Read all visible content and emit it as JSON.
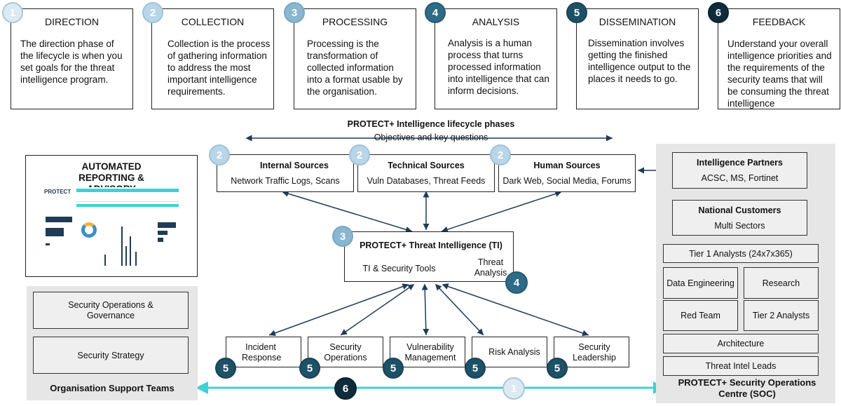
{
  "phases": [
    {
      "num": "1",
      "title": "DIRECTION",
      "text": "The direction phase of the lifecycle is when you set goals for the threat intelligence program."
    },
    {
      "num": "2",
      "title": "COLLECTION",
      "text": "Collection is the process of gathering information to address the most important intelligence requirements."
    },
    {
      "num": "3",
      "title": "PROCESSING",
      "text": "Processing is the transformation of collected information into a format usable by the organisation."
    },
    {
      "num": "4",
      "title": "ANALYSIS",
      "text": "Analysis is a human process that turns processed information into intelligence that can inform decisions."
    },
    {
      "num": "5",
      "title": "DISSEMINATION",
      "text": "Dissemination involves getting the finished intelligence output to the places it needs to go."
    },
    {
      "num": "6",
      "title": "FEEDBACK",
      "text": "Understand your overall intelligence priorities and the requirements of the security teams that will be consuming the threat intelligence"
    }
  ],
  "lifecycle": {
    "title": "PROTECT+ Intelligence lifecycle phases",
    "subtitle": "Objectives and key questions"
  },
  "sources": [
    {
      "num": "2",
      "title": "Internal Sources",
      "detail": "Network Traffic Logs, Scans"
    },
    {
      "num": "2",
      "title": "Technical Sources",
      "detail": "Vuln Databases, Threat Feeds"
    },
    {
      "num": "2",
      "title": "Human Sources",
      "detail": "Dark Web, Social Media, Forums"
    }
  ],
  "ti": {
    "num": "3",
    "title": "PROTECT+ Threat Intelligence (TI)",
    "left": "TI & Security Tools",
    "right": "Threat Analysis",
    "num2": "4"
  },
  "reporting": {
    "title": "AUTOMATED REPORTING & ADVISORY",
    "dash_logo": "PROTECT"
  },
  "outputs": [
    {
      "num": "5",
      "label": "Incident Response"
    },
    {
      "num": "5",
      "label": "Security Operations"
    },
    {
      "num": "5",
      "label": "Vulnerability Management"
    },
    {
      "num": "5",
      "label": "Risk Analysis"
    },
    {
      "num": "5",
      "label": "Security Leadership"
    }
  ],
  "org": {
    "items": [
      "Security Operations & Governance",
      "Security Strategy"
    ],
    "caption": "Organisation Support Teams"
  },
  "soc": {
    "partners": {
      "title": "Intelligence Partners",
      "detail": "ACSC, MS, Fortinet"
    },
    "customers": {
      "title": "National Customers",
      "detail": "Multi Sectors"
    },
    "tier1": "Tier 1 Analysts (24x7x365)",
    "data_eng": "Data Engineering",
    "research": "Research",
    "red_team": "Red Team",
    "tier2": "Tier 2 Analysts",
    "architecture": "Architecture",
    "leads": "Threat Intel Leads",
    "caption": "PROTECT+ Security Operations Centre (SOC)"
  },
  "bottom": {
    "num6": "6",
    "num1": "1"
  },
  "colors": {
    "accent": "#3fd1d6",
    "navy": "#1f3b57"
  }
}
